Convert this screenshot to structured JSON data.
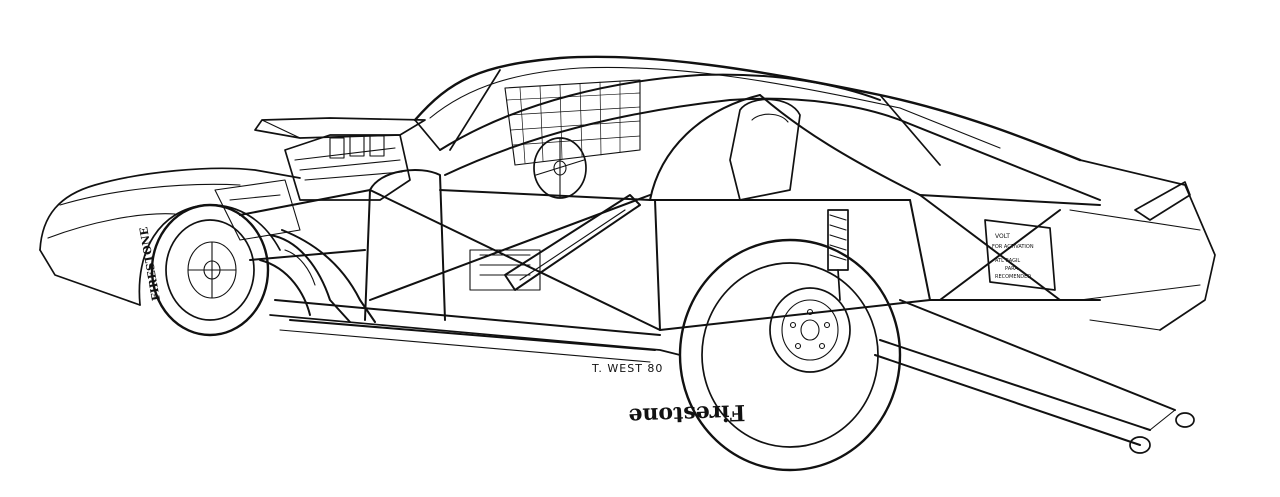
{
  "signature": "T. WEST 80",
  "front_tire_brand": "FIRESTONE",
  "rear_tire_brand": "Firestone",
  "battery_label_lines": [
    "VOLT",
    "FOR ACTIVATION",
    "ATL RAGIL",
    "PARA",
    "RECOMENDED"
  ]
}
